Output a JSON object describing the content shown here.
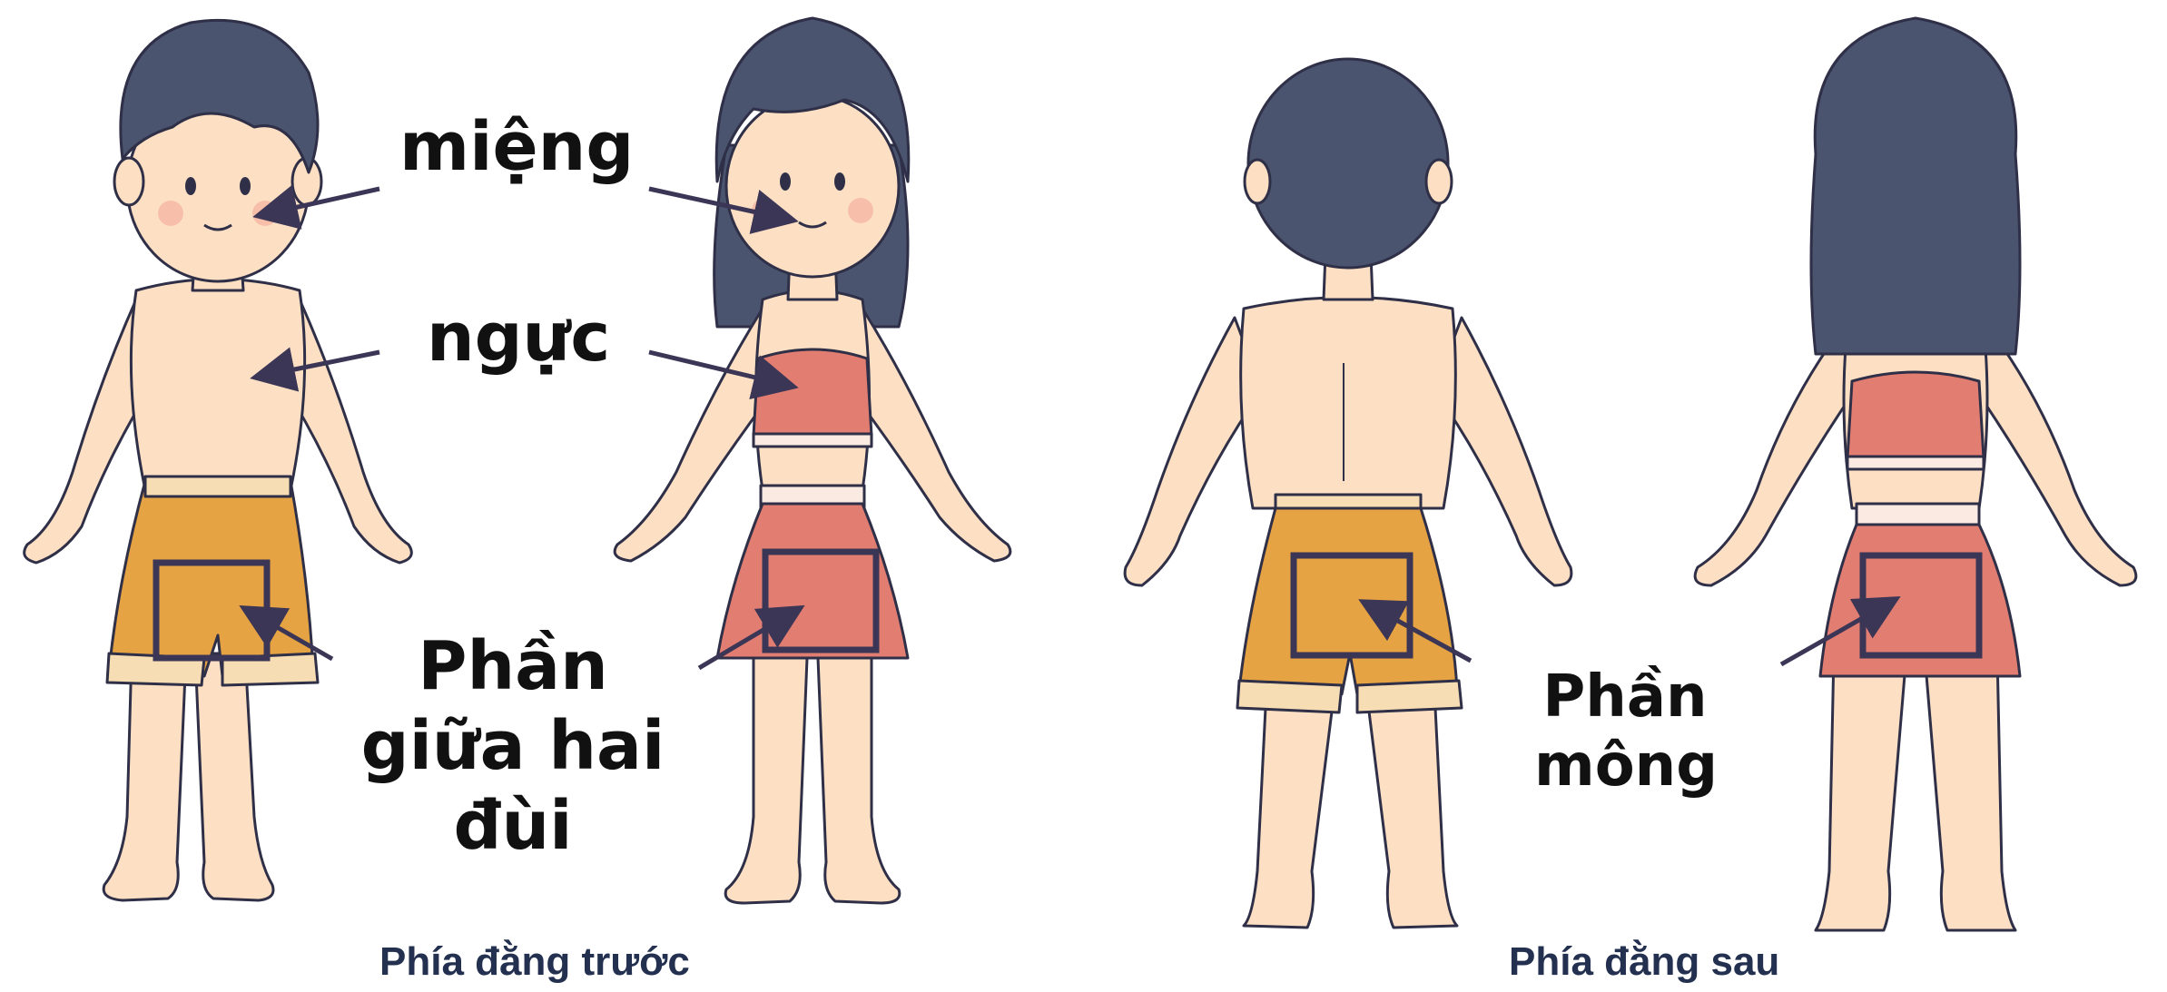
{
  "labels": {
    "mouth": "miệng",
    "chest": "ngực",
    "groin_line1": "Phần",
    "groin_line2": "giữa hai",
    "groin_line3": "đùi",
    "butt_line1": "Phần",
    "butt_line2": "mông"
  },
  "captions": {
    "front": "Phía đằng trước",
    "back": "Phía đằng sau"
  },
  "figures": [
    {
      "name": "boy-front",
      "view": "front"
    },
    {
      "name": "girl-front",
      "view": "front"
    },
    {
      "name": "boy-back",
      "view": "back"
    },
    {
      "name": "girl-back",
      "view": "back"
    }
  ],
  "colors": {
    "skin": "#fde0c4",
    "hair": "#4a546f",
    "shorts_boy": "#e6a343",
    "swimwear_girl": "#e27d72",
    "outline": "#2f3048",
    "marker": "#3b3656"
  }
}
